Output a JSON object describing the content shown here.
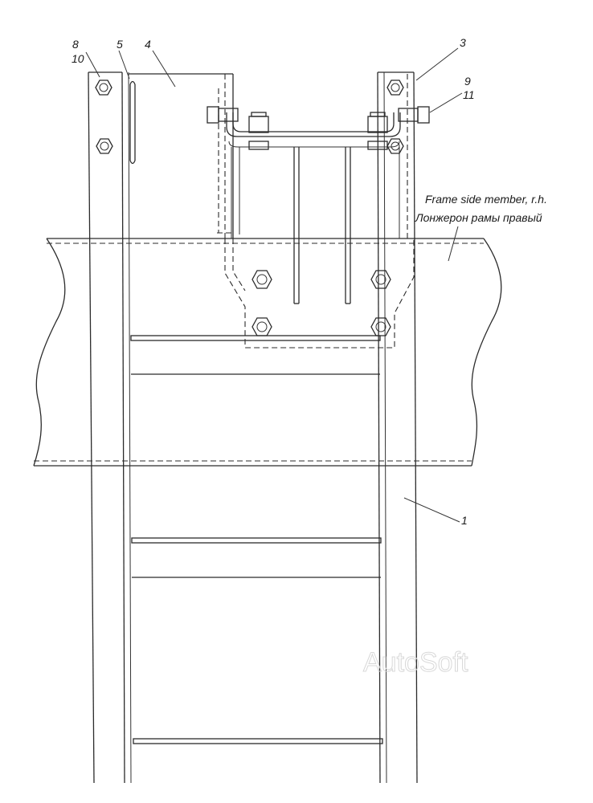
{
  "callouts": {
    "c8": "8",
    "c10": "10",
    "c5": "5",
    "c4": "4",
    "c3": "3",
    "c9": "9",
    "c11": "11",
    "c1": "1"
  },
  "caption": {
    "line1": "Frame side member, r.h.",
    "line2": "Лонжерон рамы правый"
  },
  "watermark": "AutoSoft"
}
